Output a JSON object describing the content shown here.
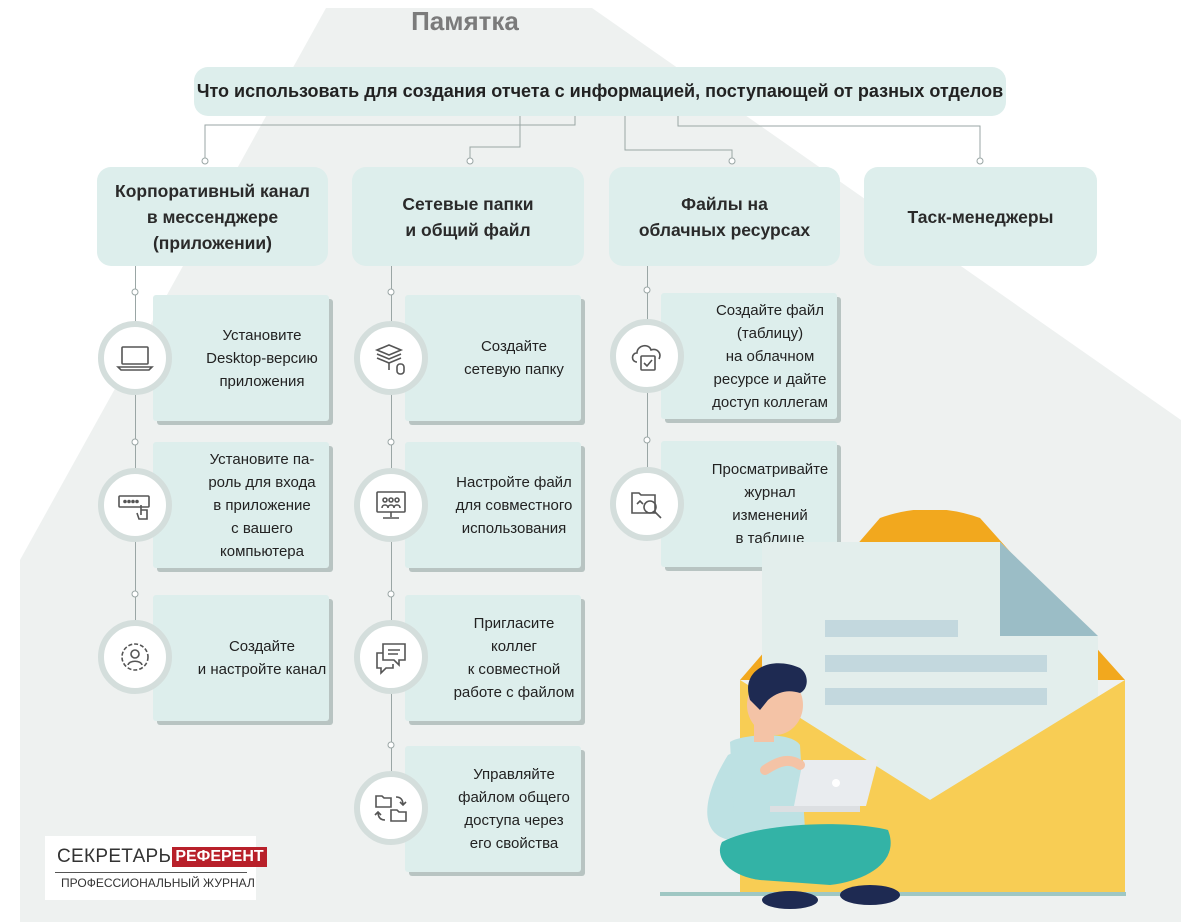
{
  "title": "Памятка",
  "banner": "Что использовать для создания отчета с информацией, поступающей от разных отделов",
  "columns": [
    {
      "header_lines": [
        "Корпоративный канал",
        "в мессенджере",
        "(приложении)"
      ]
    },
    {
      "header_lines": [
        "Сетевые папки",
        "и общий файл"
      ]
    },
    {
      "header_lines": [
        "Файлы на",
        "облачных ресурсах"
      ]
    },
    {
      "header_lines": [
        "Таск-менеджеры"
      ]
    }
  ],
  "steps": {
    "col1": [
      {
        "icon": "laptop-icon",
        "lines": [
          "Установите",
          "Desktop-версию",
          "приложения"
        ]
      },
      {
        "icon": "password-entry-icon",
        "lines": [
          "Установите па-",
          "роль для входа",
          "в приложение",
          "с вашего",
          "компьютера"
        ]
      },
      {
        "icon": "user-gear-icon",
        "lines": [
          "Создайте",
          "и настройте канал"
        ]
      }
    ],
    "col2": [
      {
        "icon": "network-folder-icon",
        "lines": [
          "Создайте",
          "сетевую папку"
        ]
      },
      {
        "icon": "shared-screen-icon",
        "lines": [
          "Настройте файл",
          "для совместного",
          "использования"
        ]
      },
      {
        "icon": "chat-bubbles-icon",
        "lines": [
          "Пригласите",
          "коллег",
          "к совместной",
          "работе с файлом"
        ]
      },
      {
        "icon": "folder-sync-icon",
        "lines": [
          "Управляйте",
          "файлом общего",
          "доступа через",
          "его свойства"
        ]
      }
    ],
    "col3": [
      {
        "icon": "cloud-check-icon",
        "lines": [
          "Создайте файл",
          "(таблицу)",
          "на облачном",
          "ресурсе и дайте",
          "доступ коллегам"
        ]
      },
      {
        "icon": "folder-search-icon",
        "lines": [
          "Просматривайте",
          "журнал",
          "изменений",
          "в таблице"
        ]
      }
    ]
  },
  "logo": {
    "name_part1": "СЕКРЕТАРЬ",
    "name_part2": "РЕФЕРЕНТ",
    "subtitle": "ПРОФЕССИОНАЛЬНЫЙ ЖУРНАЛ"
  },
  "colors": {
    "card": "#ddeeec",
    "background_shape": "#eef1f0",
    "envelope": "#f7c63d",
    "envelope_flap": "#f2a81e",
    "paper": "#e3eeec",
    "shirt": "#bde1e3",
    "pants": "#33b3a6",
    "hair": "#1e2a52",
    "title_gray": "#7b7b7b",
    "logo_red": "#b8202a"
  }
}
